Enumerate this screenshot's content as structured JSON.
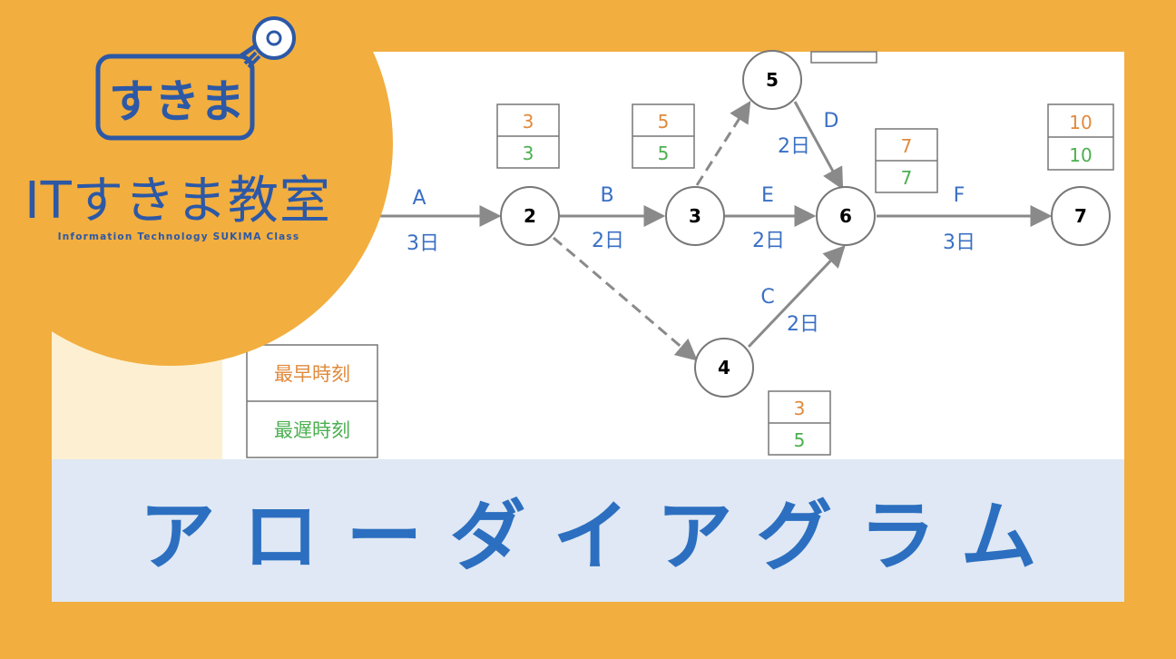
{
  "logo": {
    "mark": "すきま",
    "title": "ITすきま教室",
    "subtitle": "Information Technology SUKIMA Class"
  },
  "banner": {
    "title": "アローダイアグラム"
  },
  "diagram": {
    "nodes": [
      "2",
      "3",
      "4",
      "5",
      "6",
      "7"
    ],
    "activities": [
      {
        "name": "A",
        "duration": "3日"
      },
      {
        "name": "B",
        "duration": "2日"
      },
      {
        "name": "E",
        "duration": "2日"
      },
      {
        "name": "D",
        "duration": "2日"
      },
      {
        "name": "C",
        "duration": "2日"
      },
      {
        "name": "F",
        "duration": "3日"
      }
    ],
    "times": [
      {
        "node": "2",
        "earliest": "3",
        "latest": "3"
      },
      {
        "node": "3",
        "earliest": "5",
        "latest": "5"
      },
      {
        "node": "6",
        "earliest": "7",
        "latest": "7"
      },
      {
        "node": "7",
        "earliest": "10",
        "latest": "10"
      },
      {
        "node": "4",
        "earliest": "3",
        "latest": "5"
      }
    ],
    "legend": {
      "earliest": "最早時刻",
      "latest": "最遅時刻"
    },
    "colors": {
      "earliest": "#e08a3c",
      "latest": "#4caf50",
      "label": "#3a6fc4",
      "arrow": "#8a8a8a"
    }
  }
}
